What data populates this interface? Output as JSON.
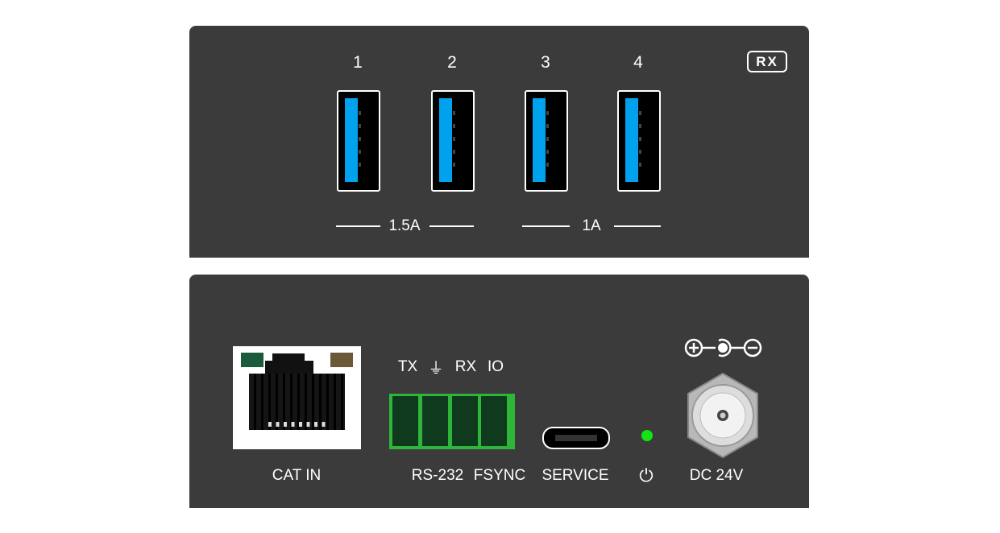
{
  "top_panel": {
    "ports": [
      "1",
      "2",
      "3",
      "4"
    ],
    "badge": "RX",
    "current_groups": [
      "1.5A",
      "1A"
    ]
  },
  "bottom_panel": {
    "cat_label": "CAT IN",
    "terminal_pins": [
      "TX",
      "⏚",
      "RX",
      "IO"
    ],
    "rs232_label": "RS-232",
    "fsync_label": "FSYNC",
    "service_label": "SERVICE",
    "power_symbol": "⏻",
    "dc_label": "DC 24V"
  },
  "colors": {
    "panel": "#3b3b3b",
    "usb_blue": "#00a2ee",
    "terminal_green": "#2fb53a",
    "led": "#13e413"
  }
}
